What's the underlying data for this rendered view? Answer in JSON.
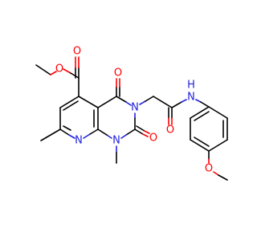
{
  "molecule": {
    "atom_colors": {
      "O": "#ff0000",
      "N": "#2222dd",
      "C": "#000000"
    },
    "labels": {
      "o_ester_carbonyl": "O",
      "o_ester_ether": "O",
      "o_c4_carbonyl": "O",
      "o_c2_carbonyl": "O",
      "o_amide_carbonyl": "O",
      "o_methoxy": "O",
      "n3": "N",
      "n1": "N",
      "n8": "N",
      "nh": "N",
      "nh_h": "H"
    }
  }
}
